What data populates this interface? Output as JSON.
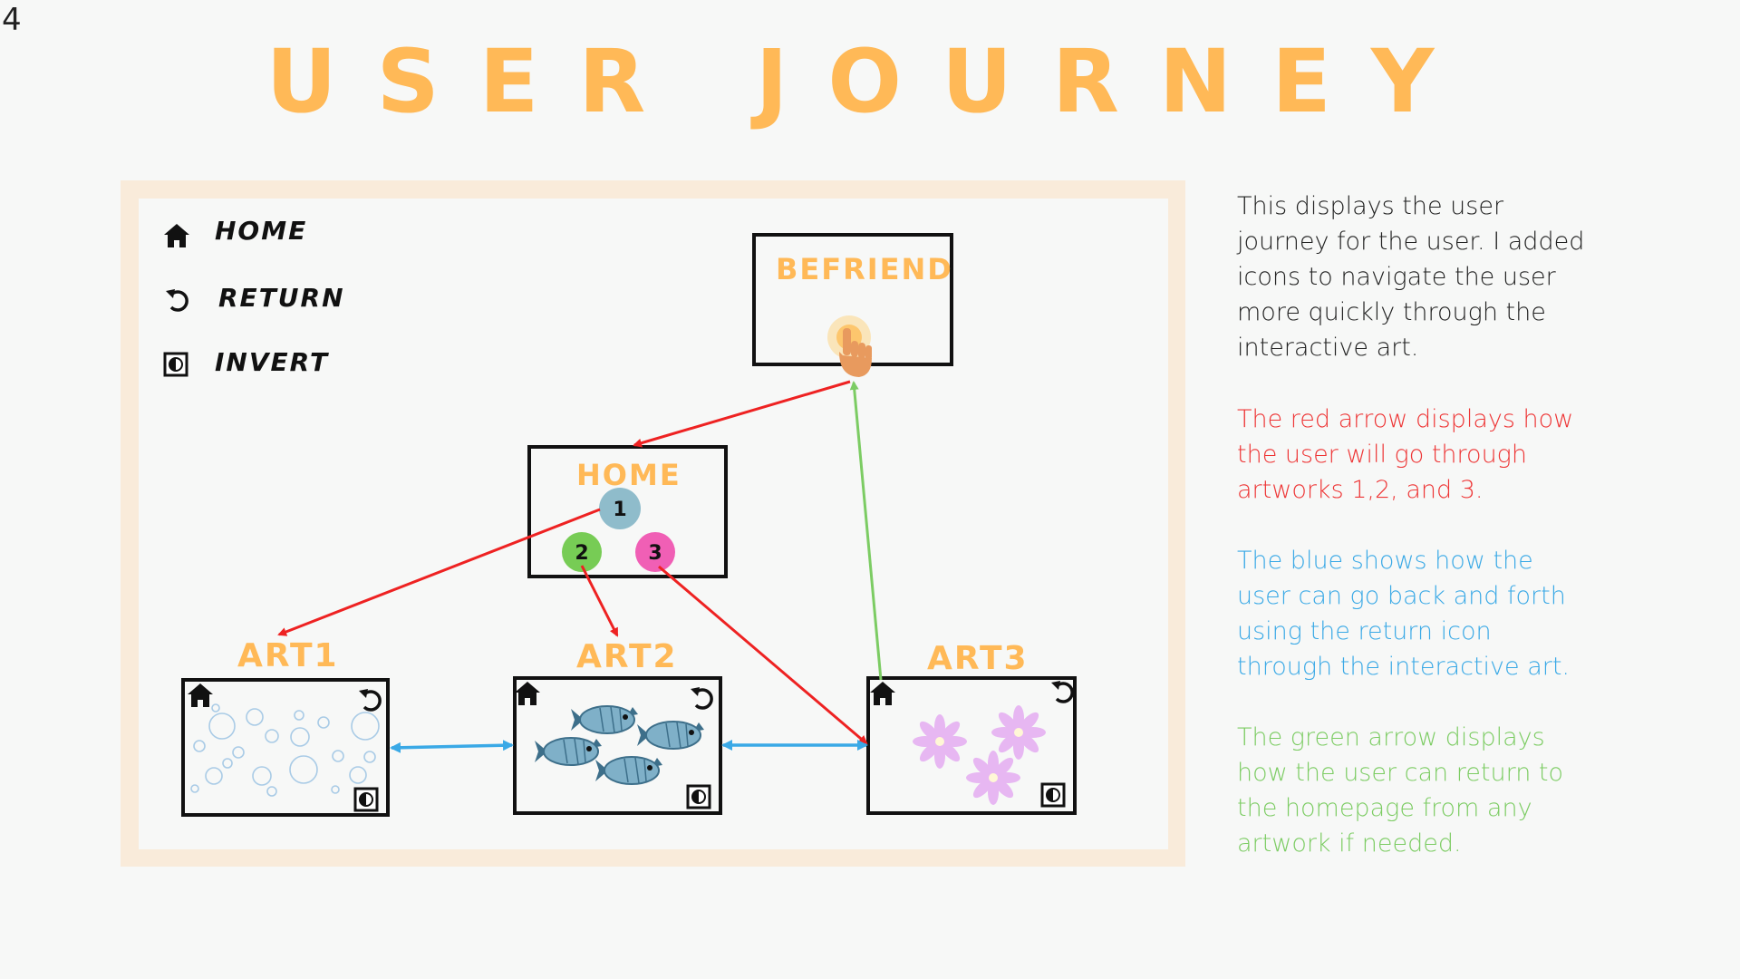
{
  "page_number": "4",
  "title": "USER JOURNEY",
  "legend": {
    "home_label": "HOME",
    "return_label": "RETURN",
    "invert_label": "INVERT"
  },
  "boxes": {
    "befriend": "BEFRIEND",
    "home": "HOME",
    "art1": "ART1",
    "art2": "ART2",
    "art3": "ART3"
  },
  "home_buttons": [
    "1",
    "2",
    "3"
  ],
  "explanations": {
    "intro": "This displays the user journey for the user. I added icons to navigate the user more quickly through the interactive art.",
    "red": "The red arrow displays how the user will go through artworks 1,2, and 3.",
    "blue": "The blue shows how the user can go back and forth using the return icon through the interactive art.",
    "green": "The green arrow displays how the user can return to the homepage from any artwork if needed."
  },
  "colors": {
    "title": "#ffb957",
    "red_arrow": "#ee2222",
    "blue_arrow": "#3aa9e6",
    "green_arrow": "#7ccc63",
    "button_1": "#8fbccb",
    "button_2": "#77cc55",
    "button_3": "#f05fb5"
  },
  "icons": [
    "home-icon",
    "return-icon",
    "invert-icon",
    "hand-pointer-icon",
    "bubbles",
    "fish",
    "flowers"
  ]
}
